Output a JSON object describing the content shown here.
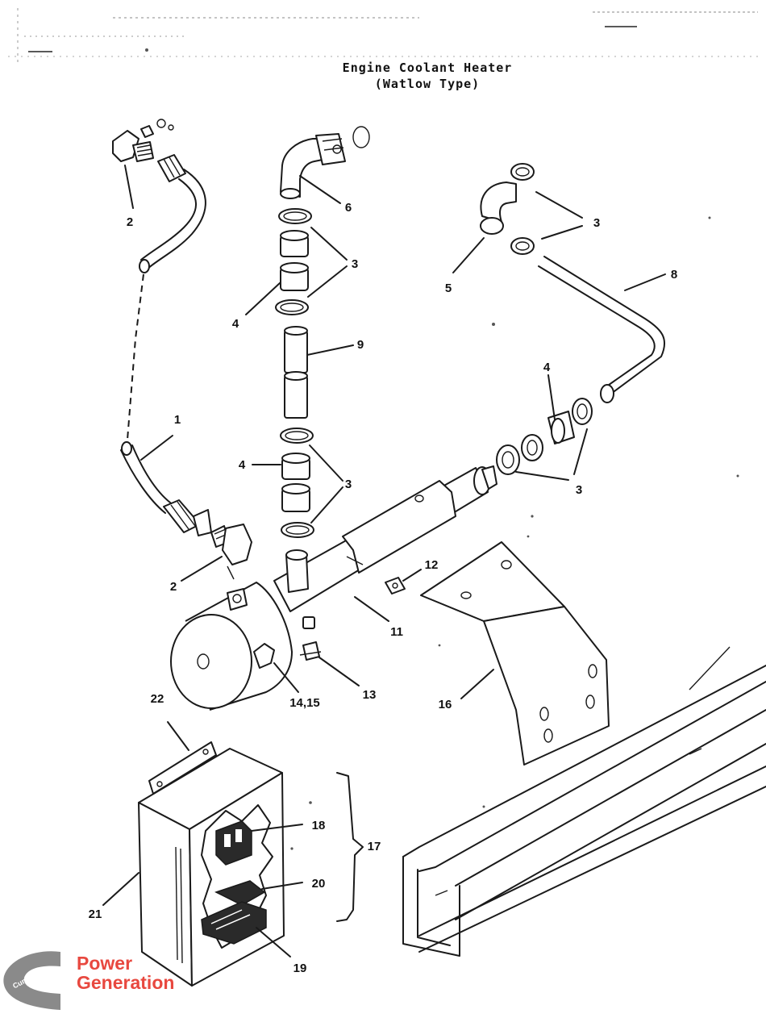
{
  "title": {
    "line1": "Engine Coolant Heater",
    "line2": "(Watlow Type)"
  },
  "callouts": {
    "c1": "1",
    "c2a": "2",
    "c2b": "2",
    "c3a": "3",
    "c3b": "3",
    "c3c": "3",
    "c3d": "3",
    "c4a": "4",
    "c4b": "4",
    "c4c": "4",
    "c5": "5",
    "c6": "6",
    "c8": "8",
    "c9": "9",
    "c11": "11",
    "c12": "12",
    "c13": "13",
    "c1415": "14,15",
    "c16": "16",
    "c17": "17",
    "c18": "18",
    "c19": "19",
    "c20": "20",
    "c21": "21",
    "c22": "22"
  },
  "footer": {
    "brand_line1": "Power",
    "brand_line2": "Generation",
    "logo_text": "Cummins"
  },
  "colors": {
    "brand_red": "#e8483f",
    "logo_gray": "#8a8a8a",
    "ink": "#1a1a1a"
  }
}
